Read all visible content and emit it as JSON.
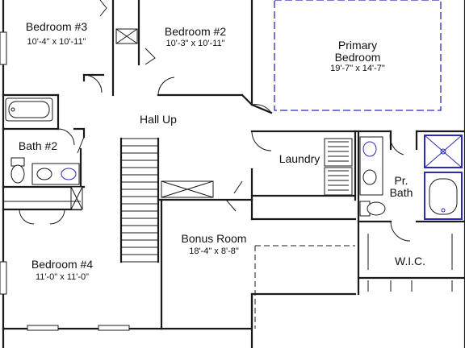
{
  "colors": {
    "line": "#1a1a1a",
    "ceiling_accent": "#2b2bb8",
    "background": "#ffffff"
  },
  "rooms": {
    "bedroom3": {
      "name": "Bedroom #3",
      "dims": "10'-4\" x 10'-11\""
    },
    "bedroom2": {
      "name": "Bedroom #2",
      "dims": "10'-3\" x 10'-11\""
    },
    "primary_bedroom": {
      "name_line1": "Primary",
      "name_line2": "Bedroom",
      "dims": "19'-7\" x 14'-7\""
    },
    "hall_up": {
      "name": "Hall Up"
    },
    "bath2": {
      "name": "Bath #2"
    },
    "laundry": {
      "name": "Laundry"
    },
    "primary_bath": {
      "name_line1": "Pr.",
      "name_line2": "Bath"
    },
    "bedroom4": {
      "name": "Bedroom #4",
      "dims": "11'-0\" x 11'-0\""
    },
    "bonus_room": {
      "name": "Bonus Room",
      "dims": "18'-4\" x 8'-8\""
    },
    "wic": {
      "name": "W.I.C."
    }
  }
}
